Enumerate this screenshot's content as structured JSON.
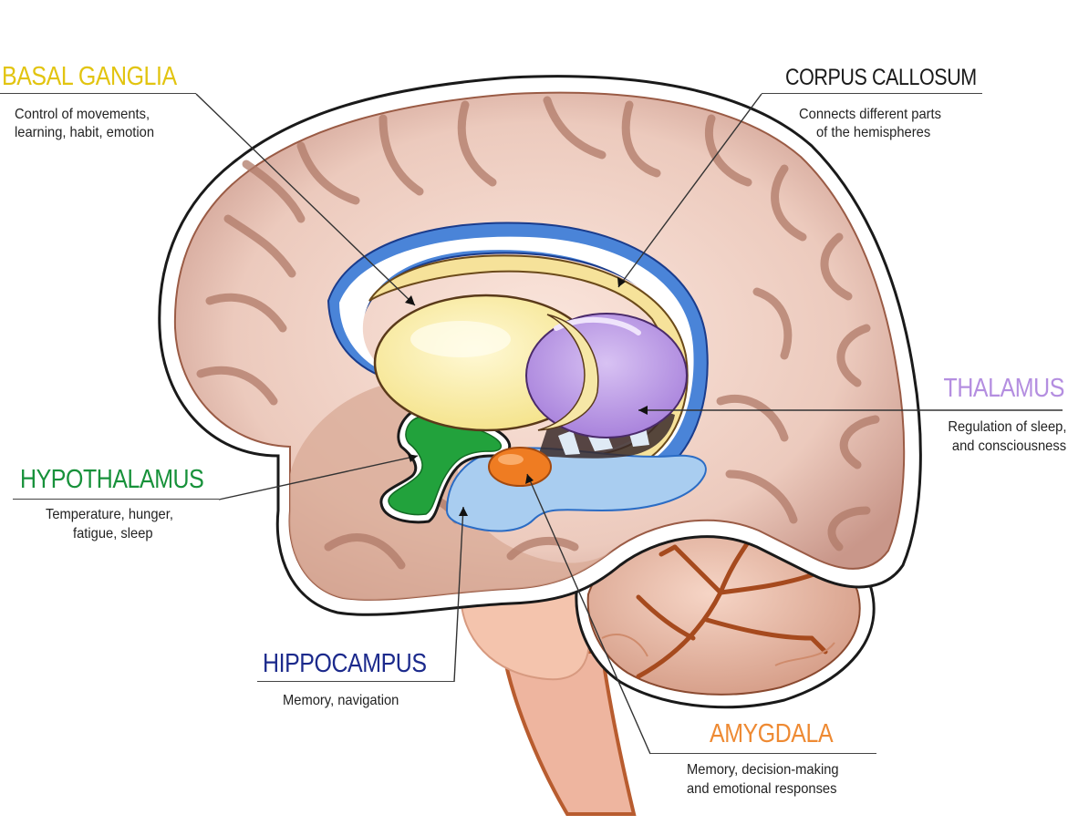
{
  "colors": {
    "basal_ganglia": "#e2c410",
    "corpus_callosum": "#1a1a1a",
    "thalamus": "#b48ee0",
    "hypothalamus": "#17913a",
    "hippocampus": "#1c2a8c",
    "amygdala": "#ee8a33"
  },
  "labels": {
    "basal_ganglia": {
      "title": "BASAL GANGLIA",
      "line1": "Control of movements,",
      "line2": "learning, habit, emotion"
    },
    "corpus_callosum": {
      "title": "CORPUS CALLOSUM",
      "line1": "Connects different parts",
      "line2": "of the hemispheres"
    },
    "thalamus": {
      "title": "THALAMUS",
      "line1": "Regulation of sleep,",
      "line2": "and consciousness"
    },
    "hypothalamus": {
      "title": "HYPOTHALAMUS",
      "line1": "Temperature, hunger,",
      "line2": "fatigue, sleep"
    },
    "hippocampus": {
      "title": "HIPPOCAMPUS",
      "line1": "Memory, navigation"
    },
    "amygdala": {
      "title": "AMYGDALA",
      "line1": "Memory, decision-making",
      "line2": "and emotional responses"
    }
  }
}
